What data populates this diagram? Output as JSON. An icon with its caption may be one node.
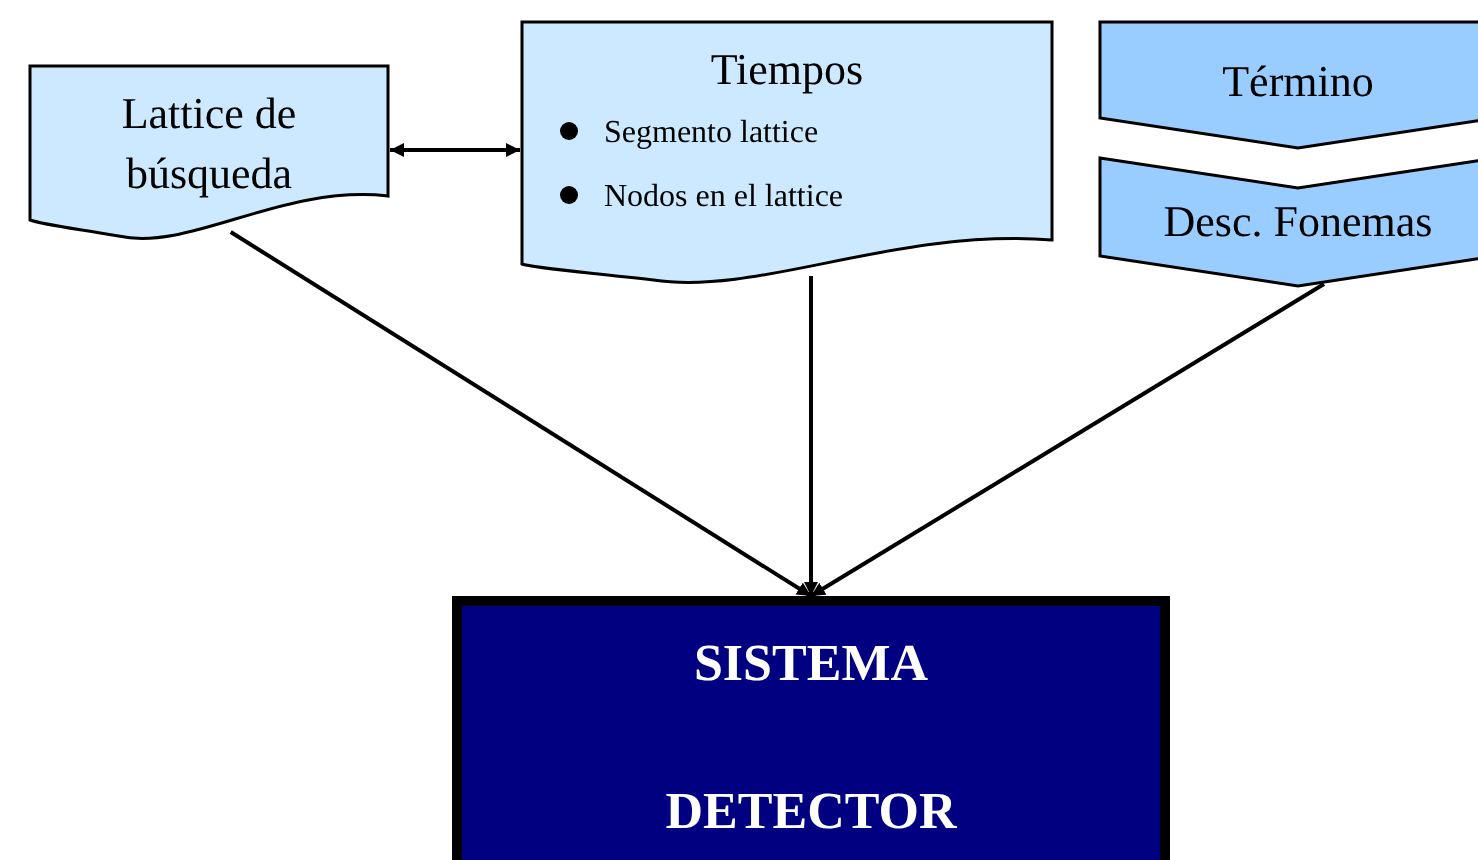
{
  "diagram": {
    "nodes": [
      {
        "text": [
          "Lattice de búsqueda"
        ]
      },
      {
        "text": [
          "Tiempos",
          "Segmento lattice",
          "Nodos en el lattice"
        ]
      },
      {
        "text": [
          "Término"
        ]
      },
      {
        "text": [
          "Desc. Fonemas"
        ]
      },
      {
        "text": [
          "SISTEMA",
          "DETECTOR"
        ]
      }
    ],
    "edges": [
      {
        "from": 0,
        "to": 1,
        "arrow": "both"
      },
      {
        "from": 0,
        "to": 4,
        "arrow": "to"
      },
      {
        "from": 1,
        "to": 4,
        "arrow": "to"
      },
      {
        "from": 3,
        "to": 4,
        "arrow": "to"
      }
    ]
  }
}
